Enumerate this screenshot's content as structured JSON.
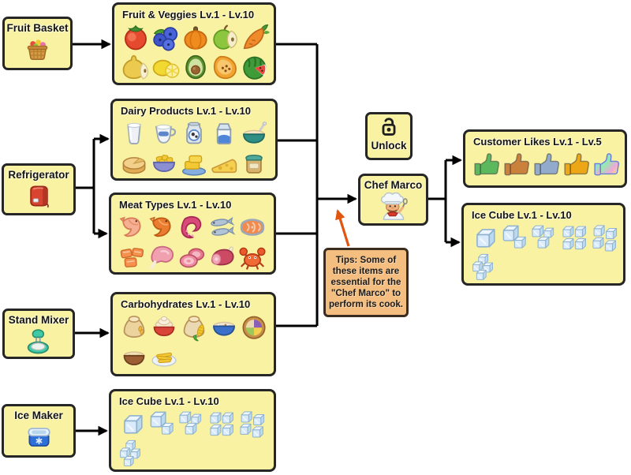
{
  "diagram": {
    "background": "#ffffff",
    "colors": {
      "box_fill": "#f8f2a2",
      "box_border": "#262626",
      "tip_fill": "#f3be80",
      "tip_border": "#3a2d20",
      "connector": "#000000",
      "tip_arrow": "#e2550f"
    },
    "sources": [
      {
        "label": "Fruit Basket",
        "icon": "fruit-basket"
      },
      {
        "label": "Refrigerator",
        "icon": "refrigerator"
      },
      {
        "label": "Stand Mixer",
        "icon": "stand-mixer"
      },
      {
        "label": "Ice Maker",
        "icon": "ice-maker"
      }
    ],
    "chains": [
      {
        "title": "Fruit & Veggies Lv.1 - Lv.10",
        "items": [
          "tomato",
          "blueberries",
          "pumpkin",
          "green-apple",
          "carrot",
          "pear",
          "lemon",
          "avocado",
          "papaya",
          "watermelon"
        ]
      },
      {
        "title": "Dairy Products Lv.1 - Lv.10",
        "items": [
          "glass-of-milk",
          "cup-of-milk",
          "milk-churn",
          "milk-carton",
          "porridge-bowl",
          "cheese-wheel",
          "cheese-chunks-bowl",
          "butter",
          "swiss-cheese",
          "cheese-jar"
        ]
      },
      {
        "title": "Meat Types Lv.1 - Lv.10",
        "items": [
          "raw-shrimp",
          "cooked-shrimp",
          "octopus",
          "sardines",
          "salmon-steak",
          "salmon-cubes",
          "pork-chop",
          "ham-slices",
          "ham",
          "crab"
        ]
      },
      {
        "title": "Carbohydrates Lv.1 - Lv.10",
        "items": [
          "flour-sack",
          "dough-bowl",
          "corn-sack",
          "cereal-bowl",
          "grain-bowl",
          "rice-bowl",
          "pasta-plate"
        ]
      },
      {
        "title": "Ice Cube Lv.1 - Lv.10",
        "items": [
          "ice-cube-1",
          "ice-cube-2",
          "ice-cube-3",
          "ice-cube-4",
          "ice-cube-5",
          "ice-cube-6"
        ]
      }
    ],
    "center": {
      "unlock_label": "Unlock",
      "unlock_icon": "open-padlock",
      "chef_label": "Chef Marco",
      "chef_icon": "chef-marco"
    },
    "outputs": [
      {
        "title": "Customer Likes Lv.1 - Lv.5",
        "items": [
          "thumb-green",
          "thumb-bronze",
          "thumb-blue",
          "thumb-gold",
          "thumb-rainbow"
        ]
      },
      {
        "title": "Ice Cube Lv.1 - Lv.10",
        "items": [
          "ice-cube-1",
          "ice-cube-2",
          "ice-cube-3",
          "ice-cube-4",
          "ice-cube-5",
          "ice-cube-6"
        ]
      }
    ],
    "tip": {
      "text": "Tips: Some of\nthese items are\nessential for the\n\"Chef Marco\" to\nperform its cook."
    }
  }
}
